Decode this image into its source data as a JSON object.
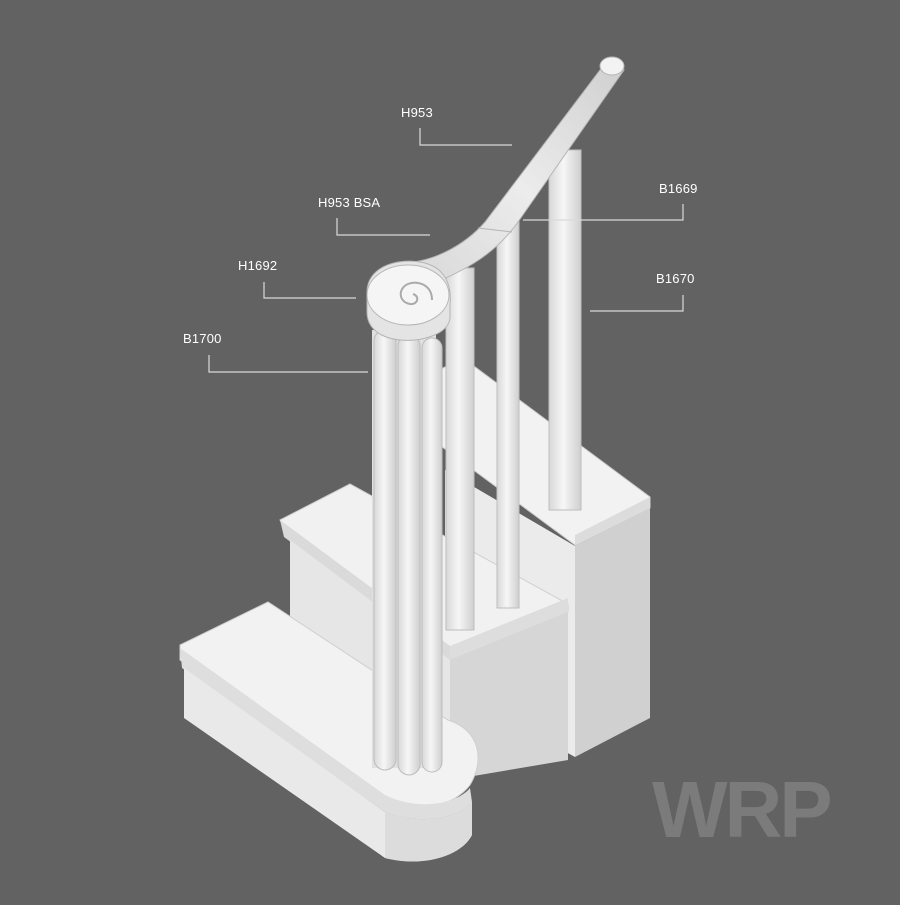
{
  "labels": {
    "h953": "H953",
    "h953_bsa": "H953 BSA",
    "h1692": "H1692",
    "b1700": "B1700",
    "b1669": "B1669",
    "b1670": "B1670"
  },
  "watermark": "WRP",
  "colors": {
    "background": "#626262",
    "timber": "#efefef",
    "label_text": "#ffffff",
    "leader_line": "#d9d9d9"
  }
}
